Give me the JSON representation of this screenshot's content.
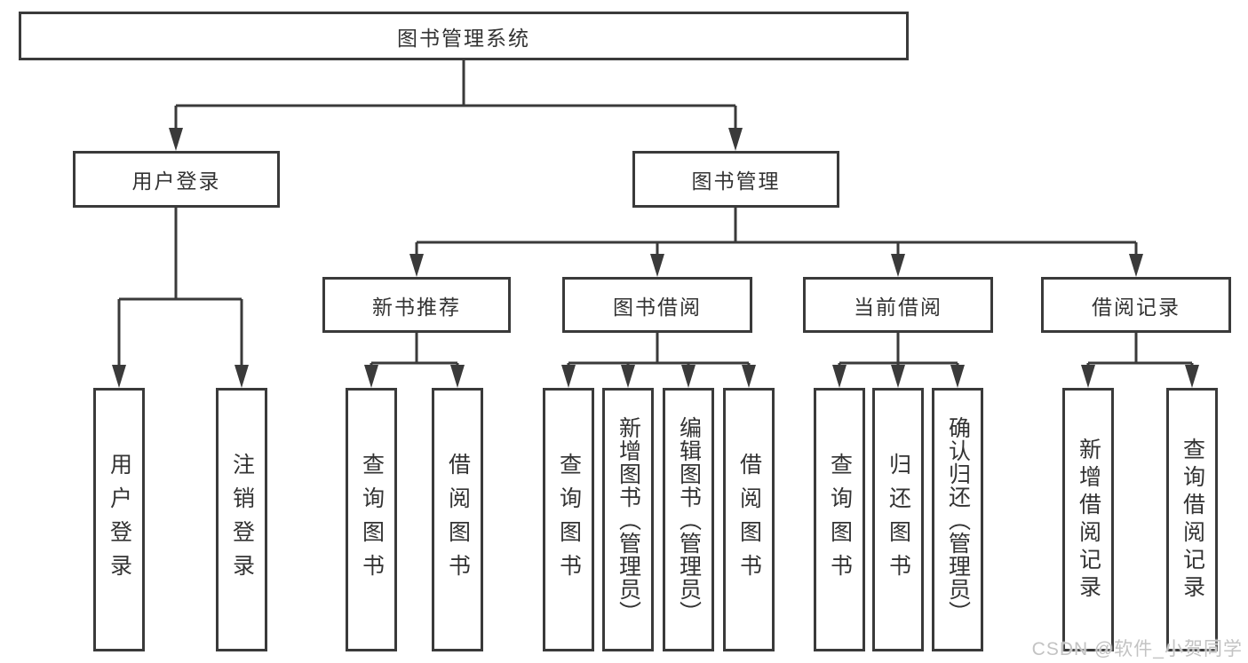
{
  "page": {
    "background": "#ffffff"
  },
  "colors": {
    "line": "#3a3a3a",
    "box_border": "#3a3a3a",
    "box_fill": "#ffffff",
    "text": "#333333",
    "watermark": "#c3c3c3"
  },
  "watermark": {
    "text": "CSDN @软件_小贺同学"
  },
  "tree": {
    "root": {
      "label": "图书管理系统",
      "children": [
        {
          "label": "用户登录",
          "children": [
            {
              "label": "用户登录"
            },
            {
              "label": "注销登录"
            }
          ]
        },
        {
          "label": "图书管理",
          "children": [
            {
              "label": "新书推荐",
              "children": [
                {
                  "label": "查询图书"
                },
                {
                  "label": "借阅图书"
                }
              ]
            },
            {
              "label": "图书借阅",
              "children": [
                {
                  "label": "查询图书"
                },
                {
                  "label": "新增图书（管理员）"
                },
                {
                  "label": "编辑图书（管理员）"
                },
                {
                  "label": "借阅图书"
                }
              ]
            },
            {
              "label": "当前借阅",
              "children": [
                {
                  "label": "查询图书"
                },
                {
                  "label": "归还图书"
                },
                {
                  "label": "确认归还（管理员）"
                }
              ]
            },
            {
              "label": "借阅记录",
              "children": [
                {
                  "label": "新增借阅记录"
                },
                {
                  "label": "查询借阅记录"
                }
              ]
            }
          ]
        }
      ]
    }
  }
}
